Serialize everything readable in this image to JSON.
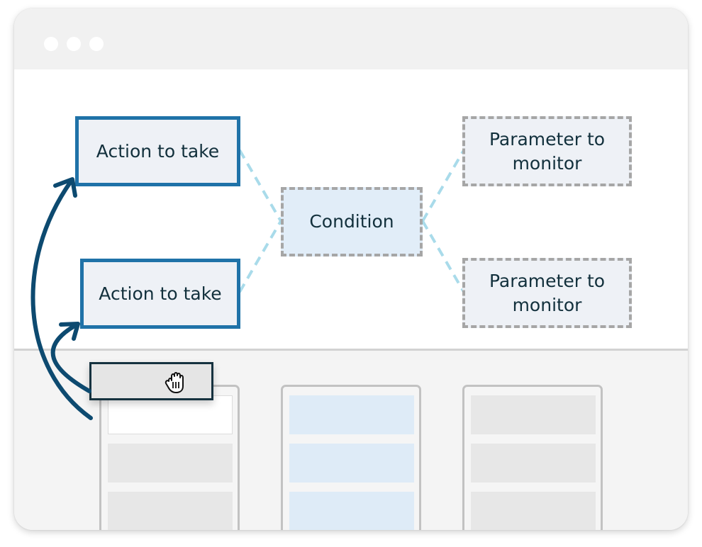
{
  "diagram": {
    "actions": [
      {
        "label": "Action to take"
      },
      {
        "label": "Action to take"
      }
    ],
    "condition": {
      "label": "Condition"
    },
    "parameters": [
      {
        "line1": "Parameter to",
        "line2": "monitor"
      },
      {
        "line1": "Parameter to",
        "line2": "monitor"
      }
    ]
  },
  "palette": {
    "columns": [
      {
        "style": "grey"
      },
      {
        "style": "blue"
      },
      {
        "style": "grey"
      }
    ]
  },
  "icons": {
    "drag_cursor": "grab-hand-icon",
    "arrows": "curved-arrow-icon"
  },
  "colors": {
    "action_border": "#1f72a8",
    "arrow": "#0d4a70",
    "connector": "#a9dbea",
    "text": "#12303c"
  }
}
